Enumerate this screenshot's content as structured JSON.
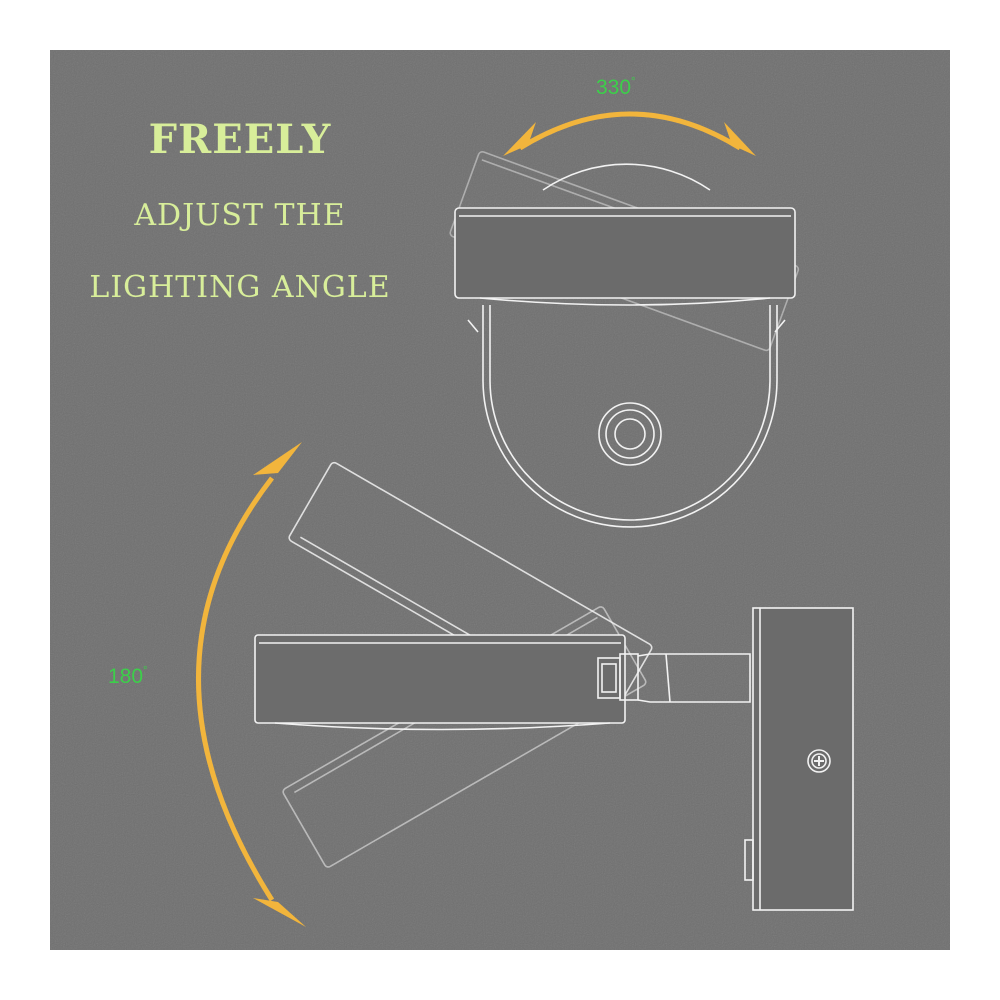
{
  "headline": {
    "line1": "FREELY",
    "line2": "ADJUST THE",
    "line3": "LIGHTING ANGLE"
  },
  "rotation_top": {
    "value": "330",
    "unit": "°"
  },
  "rotation_side": {
    "value": "180",
    "unit": "°"
  },
  "colors": {
    "background": "#6f6f6f",
    "outline": "#f2f2f2",
    "arrow": "#f2b53c",
    "headline_text": "#d8ee9a",
    "degree_text": "#3ccf4a"
  }
}
